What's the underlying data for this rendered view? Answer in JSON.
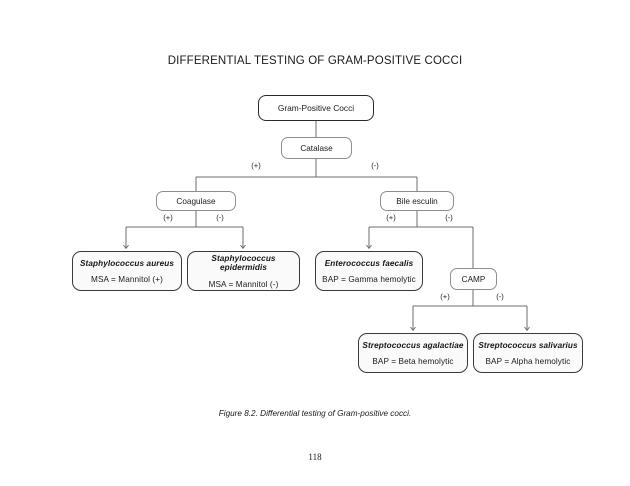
{
  "document": {
    "title": "DIFFERENTIAL TESTING OF GRAM-POSITIVE COCCI",
    "caption": "Figure 8.2. Differential testing of Gram-positive cocci.",
    "page_number": "118"
  },
  "colors": {
    "text": "#1a1a1a",
    "root_border": "#2b2b2b",
    "test_border": "#8e8e8e",
    "species_border": "#3a3a3a",
    "species_fill": "#fafafa",
    "connector": "#6e6e6e",
    "page_background": "#ffffff"
  },
  "chart_data": {
    "type": "diagram",
    "title": "DIFFERENTIAL TESTING OF GRAM-POSITIVE COCCI",
    "nodes": [
      {
        "id": "root",
        "label": "Gram-Positive Cocci",
        "kind": "root"
      },
      {
        "id": "catalase",
        "label": "Catalase",
        "kind": "test"
      },
      {
        "id": "coagulase",
        "label": "Coagulase",
        "kind": "test"
      },
      {
        "id": "bile",
        "label": "Bile esculin",
        "kind": "test"
      },
      {
        "id": "camp",
        "label": "CAMP",
        "kind": "test"
      },
      {
        "id": "saureus",
        "label": "Staphylococcus aureus",
        "detail": "MSA = Mannitol (+)",
        "kind": "species"
      },
      {
        "id": "sepidermidis",
        "label": "Staphylococcus epidermidis",
        "detail": "MSA = Mannitol (-)",
        "kind": "species"
      },
      {
        "id": "efaecalis",
        "label": "Enterococcus faecalis",
        "detail": "BAP = Gamma hemolytic",
        "kind": "species"
      },
      {
        "id": "sagalactiae",
        "label": "Streptococcus agalactiae",
        "detail": "BAP = Beta hemolytic",
        "kind": "species"
      },
      {
        "id": "ssalivarius",
        "label": "Streptococcus salivarius",
        "detail": "BAP = Alpha hemolytic",
        "kind": "species"
      }
    ],
    "edges": [
      {
        "from": "root",
        "to": "catalase",
        "label": ""
      },
      {
        "from": "catalase",
        "to": "coagulase",
        "label": "(+)"
      },
      {
        "from": "catalase",
        "to": "bile",
        "label": "(-)"
      },
      {
        "from": "coagulase",
        "to": "saureus",
        "label": "(+)"
      },
      {
        "from": "coagulase",
        "to": "sepidermidis",
        "label": "(-)"
      },
      {
        "from": "bile",
        "to": "efaecalis",
        "label": "(+)"
      },
      {
        "from": "bile",
        "to": "camp",
        "label": "(-)"
      },
      {
        "from": "camp",
        "to": "sagalactiae",
        "label": "(+)"
      },
      {
        "from": "camp",
        "to": "ssalivarius",
        "label": "(-)"
      }
    ]
  },
  "nodes": {
    "root": {
      "label": "Gram-Positive Cocci"
    },
    "catalase": {
      "label": "Catalase"
    },
    "coagulase": {
      "label": "Coagulase"
    },
    "bile": {
      "label": "Bile esculin"
    },
    "camp": {
      "label": "CAMP"
    },
    "saureus": {
      "name": "Staphylococcus aureus",
      "detail": "MSA = Mannitol (+)"
    },
    "sepidermidis": {
      "name": "Staphylococcus epidermidis",
      "detail": "MSA = Mannitol (-)"
    },
    "efaecalis": {
      "name": "Enterococcus faecalis",
      "detail": "BAP = Gamma hemolytic"
    },
    "sagalactiae": {
      "name": "Streptococcus agalactiae",
      "detail": "BAP = Beta hemolytic"
    },
    "ssalivarius": {
      "name": "Streptococcus salivarius",
      "detail": "BAP = Alpha hemolytic"
    }
  },
  "edge_labels": {
    "catalase_pos": "(+)",
    "catalase_neg": "(-)",
    "coagulase_pos": "(+)",
    "coagulase_neg": "(-)",
    "bile_pos": "(+)",
    "bile_neg": "(-)",
    "camp_pos": "(+)",
    "camp_neg": "(-)"
  }
}
